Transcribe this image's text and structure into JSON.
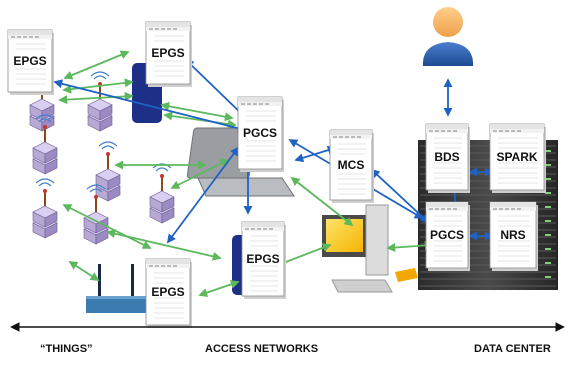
{
  "nodes": {
    "epgs_1": "EPGS",
    "epgs_2": "EPGS",
    "epgs_3": "EPGS",
    "epgs_4": "EPGS",
    "pgcs_1": "PGCS",
    "pgcs_2": "PGCS",
    "mcs": "MCS",
    "bds": "BDS",
    "spark": "SPARK",
    "nrs": "NRS"
  },
  "axis": {
    "things": "“THINGS”",
    "access_networks": "ACCESS NETWORKS",
    "data_center": "DATA CENTER"
  },
  "colors": {
    "link_access": "#5cb85c",
    "link_core": "#1f62c4",
    "sensor_box": "#b7a9d4",
    "router": "#3c7bb0",
    "user_avatar": "#2c5fa8"
  }
}
